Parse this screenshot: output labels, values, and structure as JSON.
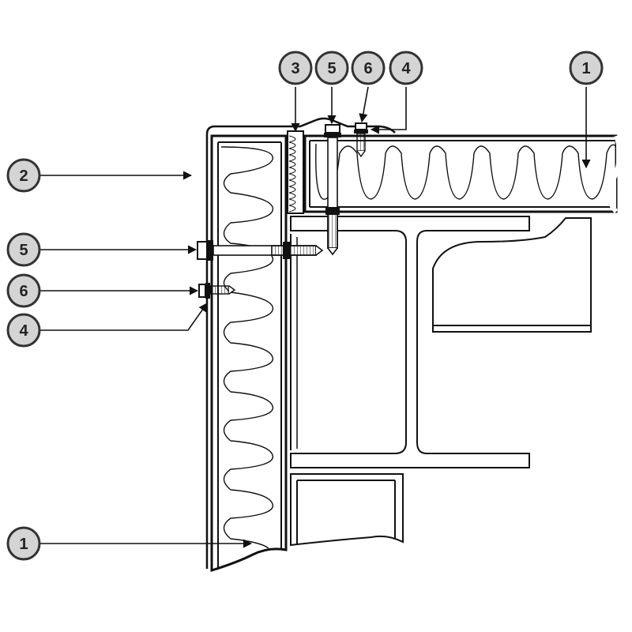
{
  "diagram": {
    "type": "construction-detail",
    "subject": "sandwich-panel-eave-corner",
    "colors": {
      "stroke": "#111111",
      "callout_fill": "#d4d4d4",
      "background": "#ffffff"
    },
    "callouts": [
      {
        "id": "c1-roof",
        "label": "1"
      },
      {
        "id": "c2",
        "label": "2"
      },
      {
        "id": "c3",
        "label": "3"
      },
      {
        "id": "c5-top",
        "label": "5"
      },
      {
        "id": "c6-top",
        "label": "6"
      },
      {
        "id": "c4-top",
        "label": "4"
      },
      {
        "id": "c5-side",
        "label": "5"
      },
      {
        "id": "c6-side",
        "label": "6"
      },
      {
        "id": "c4-side",
        "label": "4"
      },
      {
        "id": "c1-wall",
        "label": "1"
      }
    ]
  }
}
